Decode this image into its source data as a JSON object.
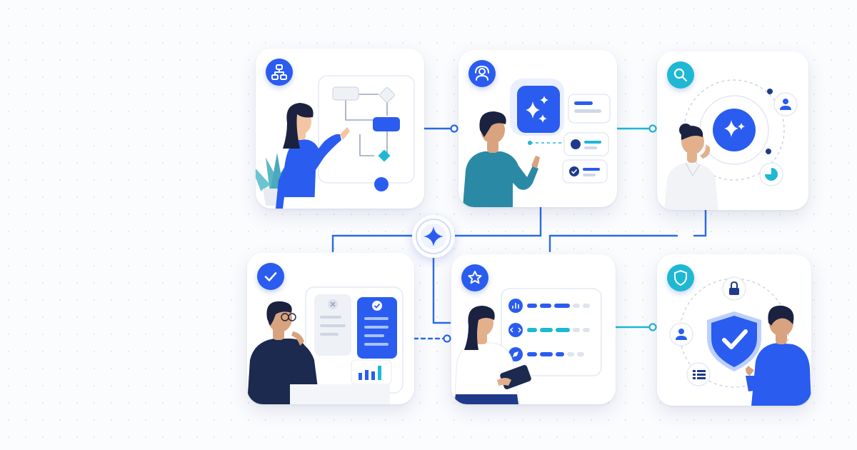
{
  "colors": {
    "primary": "#2a5cf0",
    "accent": "#1fb8d4",
    "navy": "#1f3a8a",
    "connector": "#2a6ae8"
  },
  "hub": {
    "icon": "sparkle-icon"
  },
  "cards": [
    {
      "id": "workflow-design",
      "badge_icon": "sitemap-icon",
      "badge_color": "primary"
    },
    {
      "id": "ai-assistant",
      "badge_icon": "user-support-icon",
      "badge_color": "primary"
    },
    {
      "id": "ai-discovery",
      "badge_icon": "search-icon",
      "badge_color": "accent"
    },
    {
      "id": "review-approval",
      "badge_icon": "check-icon",
      "badge_color": "primary"
    },
    {
      "id": "quality-skills",
      "badge_icon": "star-icon",
      "badge_color": "primary"
    },
    {
      "id": "security",
      "badge_icon": "shield-icon",
      "badge_color": "accent"
    }
  ]
}
